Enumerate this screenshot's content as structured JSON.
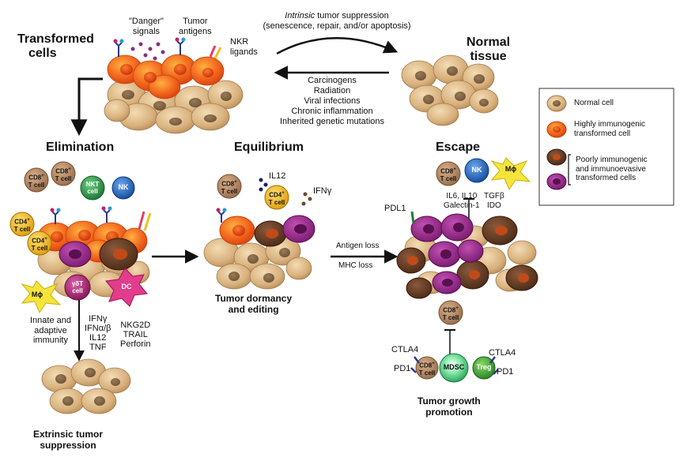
{
  "headings": {
    "transformed_1": "Transformed",
    "transformed_2": "cells",
    "normal_1": "Normal",
    "normal_2": "tissue",
    "elimination": "Elimination",
    "equilibrium": "Equilibrium",
    "escape": "Escape"
  },
  "top": {
    "danger_1": "\"Danger\"",
    "danger_2": "signals",
    "antigens_1": "Tumor",
    "antigens_2": "antigens",
    "nkr_1": "NKR",
    "nkr_2": "ligands",
    "intrinsic_word": "Intrinsic",
    "intrinsic_rest": " tumor suppression",
    "intrinsic_2": "(senescence, repair, and/or apoptosis)",
    "causes": [
      "Carcinogens",
      "Radiation",
      "Viral infections",
      "Chronic inflammation",
      "Inherited genetic mutations"
    ]
  },
  "elimination": {
    "cd8": "CD8",
    "plus": "+",
    "tcell": "T cell",
    "nkt_1": "NKT",
    "nkt_2": "cell",
    "nk": "NK",
    "cd4": "CD4",
    "mphi": "Mϕ",
    "gdt_1": "γδT",
    "gdt_2": "cell",
    "dc": "DC",
    "innate_1": "Innate and",
    "innate_2": "adaptive",
    "innate_3": "immunity",
    "cytokines": [
      "IFNγ",
      "IFNα/β",
      "IL12",
      "TNF"
    ],
    "effectors": [
      "NKG2D",
      "TRAIL",
      "Perforin"
    ],
    "extrinsic_1": "Extrinsic tumor",
    "extrinsic_2": "suppression"
  },
  "equilibrium": {
    "il12": "IL12",
    "ifng": "IFNγ",
    "dormancy_1": "Tumor dormancy",
    "dormancy_2": "and editing",
    "antigen_loss": "Antigen loss",
    "mhc_loss": "MHC loss"
  },
  "escape": {
    "nk": "NK",
    "mphi": "Mϕ",
    "il6": "IL6, IL10",
    "galectin": "Galectin-1",
    "tgfb": "TGFβ",
    "ido": "IDO",
    "pdl1": "PDL1",
    "ctla4": "CTLA4",
    "pd1": "PD1",
    "mdsc": "MDSC",
    "treg": "Treg",
    "growth_1": "Tumor growth",
    "growth_2": "promotion"
  },
  "legend": {
    "normal": "Normal cell",
    "highly_1": "Highly immunogenic",
    "highly_2": "transformed cell",
    "poorly_1": "Poorly immunogenic",
    "poorly_2": "and immunoevasive",
    "poorly_3": "transformed cells"
  },
  "colors": {
    "normal_cell": "#d9b584",
    "highly_cell": "#f2661e",
    "poorly_brown": "#6b3f26",
    "poorly_purple": "#9a2a8e",
    "tcell": "#b58a62",
    "cd4": "#f4c020",
    "nkt": "#2f9a4a",
    "nk": "#2a6fc4",
    "macrophage": "#f6e43a",
    "dc": "#e23c8c",
    "gdt": "#b32a7a",
    "mdsc": "#3cc47a",
    "treg": "#3fae3c"
  }
}
